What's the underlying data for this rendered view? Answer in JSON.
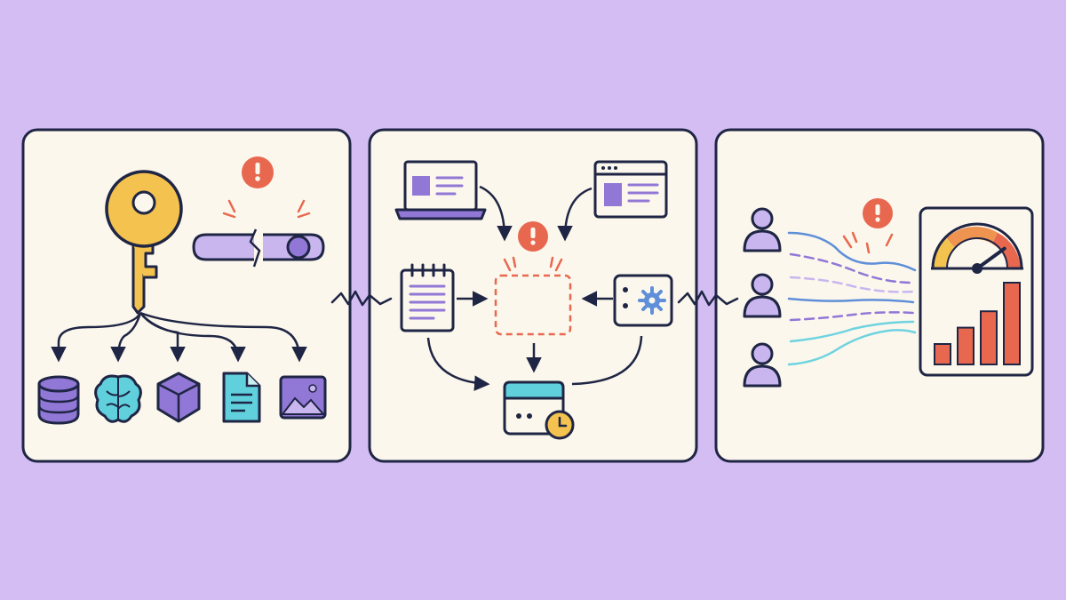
{
  "colors": {
    "background": "#d4bdf2",
    "panel": "#fbf7ec",
    "outline": "#1f2544",
    "key": "#f3c24f",
    "purple": "#9177d6",
    "purple_light": "#c9b6ef",
    "alert": "#e8684f",
    "teal": "#5fd0dc",
    "gauge_yellow": "#f3c24f",
    "gauge_orange": "#ef9350",
    "wave_blue": "#5e8fd8",
    "wave_teal": "#6ed3e0"
  },
  "panels": [
    {
      "name": "key-exposure-panel",
      "icons": [
        "key-icon",
        "alert-icon",
        "broken-toggle-icon",
        "database-icon",
        "brain-icon",
        "cube-icon",
        "document-icon",
        "image-icon"
      ]
    },
    {
      "name": "workflow-panel",
      "icons": [
        "laptop-icon",
        "browser-window-icon",
        "alert-icon",
        "notepad-icon",
        "missing-step-box",
        "settings-module-icon",
        "scheduled-task-icon"
      ]
    },
    {
      "name": "usage-spike-panel",
      "icons": [
        "user-icon",
        "user-icon",
        "user-icon",
        "alert-icon",
        "traffic-waves",
        "gauge-icon",
        "bar-chart-icon"
      ]
    }
  ],
  "dashboard": {
    "gauge_level": 0.8,
    "bars": [
      0.25,
      0.45,
      0.65,
      1.0
    ]
  }
}
